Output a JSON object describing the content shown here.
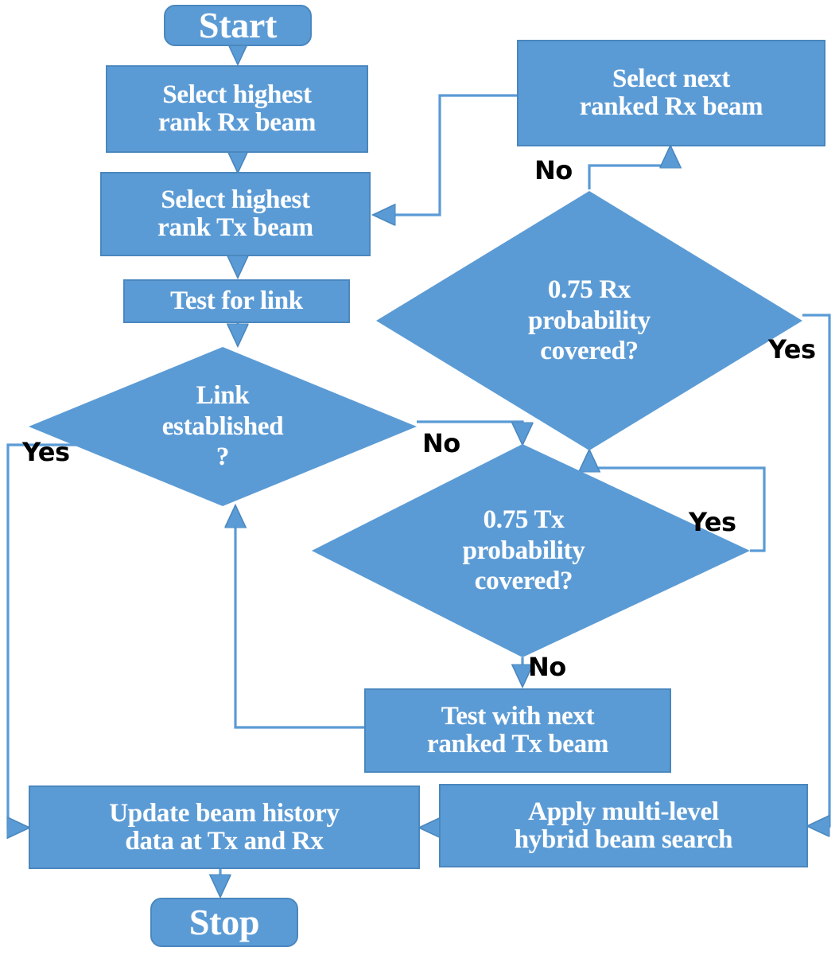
{
  "diagram": {
    "title": "Multi-level hybrid beam search flowchart",
    "accent_color": "#5B9BD5",
    "border_color": "#4A87BE",
    "connector_color": "#5B9BD5",
    "text_color": "#FFFFFF",
    "label_color": "#000000"
  },
  "nodes": {
    "start": {
      "label": "Start",
      "shape": "terminator"
    },
    "select_highest_rx": {
      "line1": "Select highest",
      "line2": "rank Rx beam",
      "shape": "process"
    },
    "select_highest_tx": {
      "line1": "Select highest",
      "line2": "rank Tx beam",
      "shape": "process"
    },
    "test_for_link": {
      "label": "Test for link",
      "shape": "process"
    },
    "link_established": {
      "line1": "Link",
      "line2": "established",
      "line3": "?",
      "shape": "decision"
    },
    "select_next_rx": {
      "line1": "Select next",
      "line2": "ranked Rx beam",
      "shape": "process"
    },
    "rx_probability": {
      "line1": "0.75 Rx",
      "line2": "probability",
      "line3": "covered?",
      "shape": "decision"
    },
    "tx_probability": {
      "line1": "0.75 Tx",
      "line2": "probability",
      "line3": "covered?",
      "shape": "decision"
    },
    "test_next_tx": {
      "line1": "Test with next",
      "line2": "ranked Tx beam",
      "shape": "process"
    },
    "update_history": {
      "line1": "Update beam history",
      "line2": "data at Tx and Rx",
      "shape": "process"
    },
    "apply_search": {
      "line1": "Apply multi-level",
      "line2": "hybrid beam search",
      "shape": "process"
    },
    "stop": {
      "label": "Stop",
      "shape": "terminator"
    }
  },
  "edge_labels": {
    "link_yes": "Yes",
    "link_no": "No",
    "rx_no": "No",
    "rx_yes": "Yes",
    "tx_yes": "Yes",
    "tx_no": "No"
  }
}
